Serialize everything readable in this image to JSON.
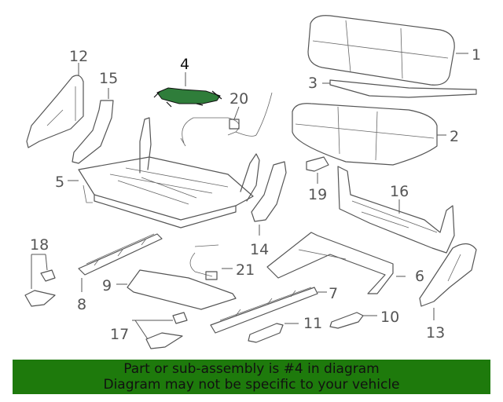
{
  "callouts": {
    "p1": "1",
    "p2": "2",
    "p3": "3",
    "p4": "4",
    "p5": "5",
    "p6": "6",
    "p7": "7",
    "p8": "8",
    "p9": "9",
    "p10": "10",
    "p11": "11",
    "p12": "12",
    "p13": "13",
    "p14": "14",
    "p15": "15",
    "p16": "16",
    "p17": "17",
    "p18": "18",
    "p19": "19",
    "p20": "20",
    "p21": "21"
  },
  "highlighted_part": "4",
  "highlight_color": "#2f7d3a",
  "banner": {
    "line1": "Part or sub-assembly is #4 in diagram",
    "line2": "Diagram may not be specific to your vehicle",
    "background": "#1e7a0c"
  }
}
